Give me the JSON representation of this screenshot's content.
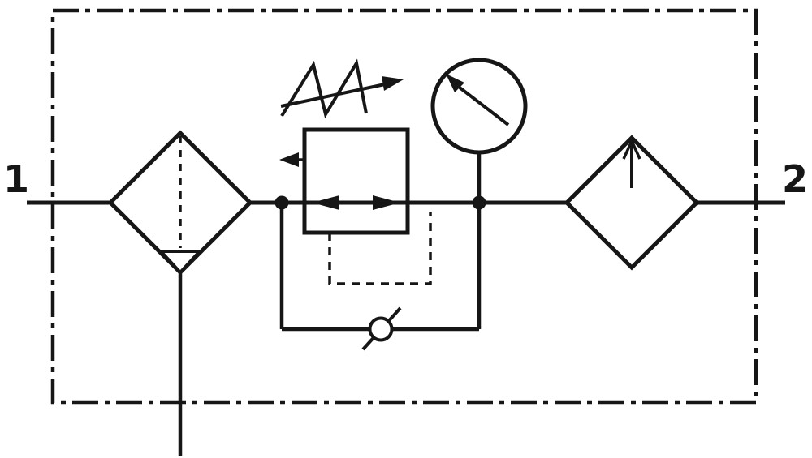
{
  "diagram": {
    "type": "pneumatic-circuit-schematic",
    "ports": {
      "inlet_label": "1",
      "outlet_label": "2"
    },
    "components": [
      {
        "name": "enclosure-boundary",
        "style": "dash-dot rectangle"
      },
      {
        "name": "filter-water-separator",
        "symbol": "diamond with dashed line and drain triangle"
      },
      {
        "name": "pressure-regulator-adjustable",
        "symbol": "square with flow arrows, adjustable spring and relief vent"
      },
      {
        "name": "pilot-feedback-line",
        "style": "dashed"
      },
      {
        "name": "pressure-gauge",
        "symbol": "circle with needle"
      },
      {
        "name": "check-valve-bypass",
        "symbol": "circle on seat line in bypass branch"
      },
      {
        "name": "lubricator",
        "symbol": "diamond with upward arrow"
      },
      {
        "name": "drain-line",
        "symbol": "vertical line leaving enclosure"
      }
    ],
    "colors": {
      "line": "#161616",
      "background": "#ffffff"
    }
  }
}
